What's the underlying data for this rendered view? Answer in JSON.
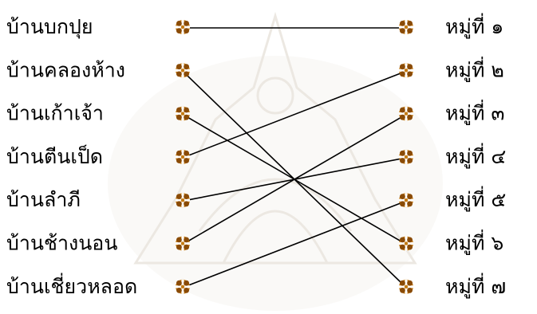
{
  "diagram": {
    "left_items": [
      "บ้านบกปุย",
      "บ้านคลองห้าง",
      "บ้านเก้าเจ้า",
      "บ้านตีนเป็ด",
      "บ้านลำภี",
      "บ้านช้างนอน",
      "บ้านเชี่ยวหลอด"
    ],
    "right_items": [
      "หมู่ที่ ๑",
      "หมู่ที่ ๒",
      "หมู่ที่ ๓",
      "หมู่ที่ ๔",
      "หมู่ที่ ๕",
      "หมู่ที่ ๖",
      "หมู่ที่ ๗"
    ],
    "connections": [
      {
        "from": 0,
        "to": 0
      },
      {
        "from": 1,
        "to": 6
      },
      {
        "from": 2,
        "to": 5
      },
      {
        "from": 3,
        "to": 1
      },
      {
        "from": 4,
        "to": 3
      },
      {
        "from": 5,
        "to": 2
      },
      {
        "from": 6,
        "to": 4
      }
    ],
    "colors": {
      "marker": "#c47a12",
      "line": "#000000",
      "text": "#000000"
    },
    "icons": {
      "marker": "ornament-dot-icon",
      "watermark": "university-emblem-watermark"
    }
  }
}
